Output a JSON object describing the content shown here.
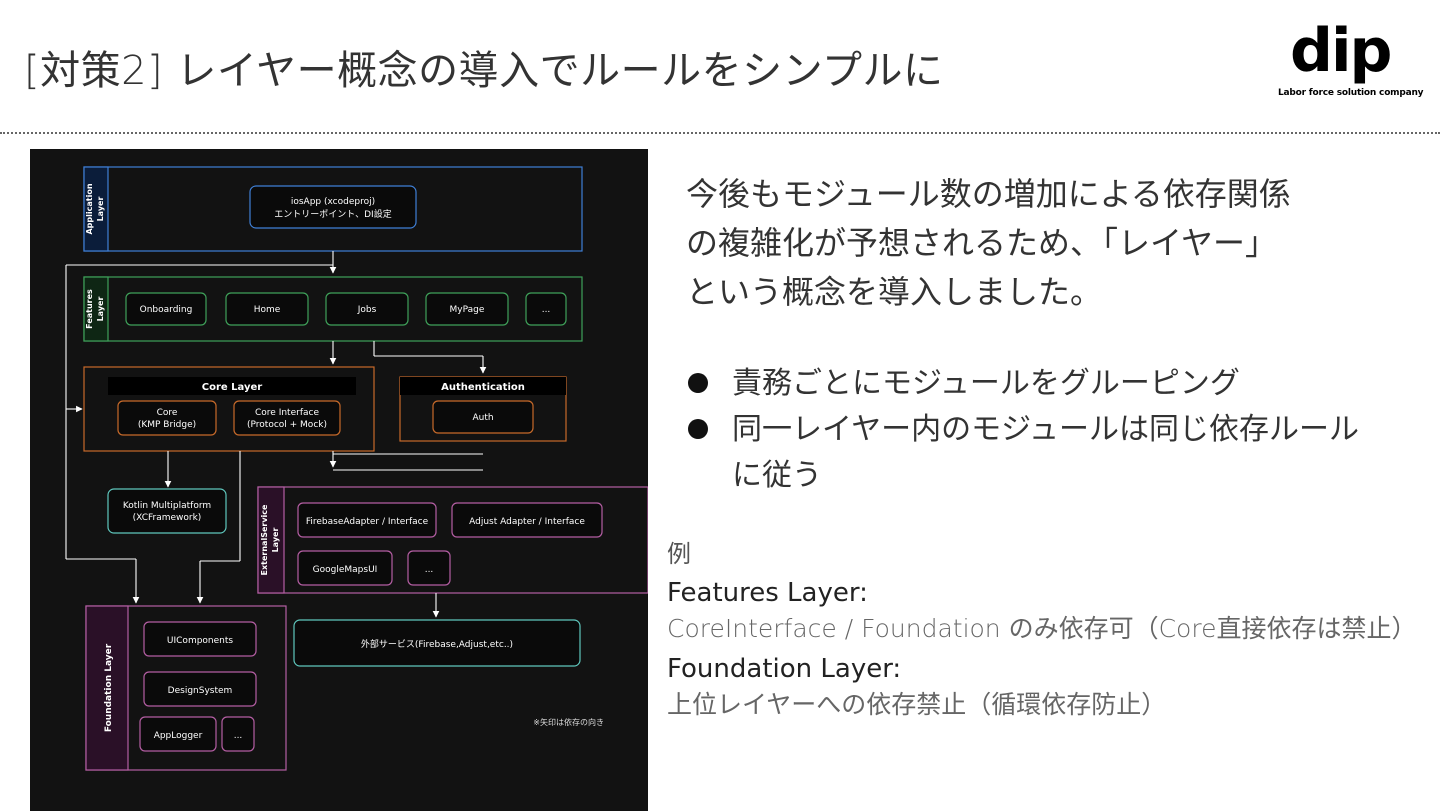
{
  "slide": {
    "title": "[対策2] レイヤー概念の導入でルールをシンプルに",
    "logo": {
      "text": "dip",
      "tagline": "Labor force solution company"
    }
  },
  "diagram": {
    "application_layer": {
      "label": [
        "Application",
        "Layer"
      ],
      "module": [
        "iosApp (xcodeproj)",
        "エントリーポイント、DI設定"
      ]
    },
    "features_layer": {
      "label": [
        "Features",
        "Layer"
      ],
      "modules": [
        "Onboarding",
        "Home",
        "Jobs",
        "MyPage",
        "..."
      ]
    },
    "core_layer": {
      "label": "Core Layer",
      "modules": [
        [
          "Core",
          "(KMP Bridge)"
        ],
        [
          "Core Interface",
          "(Protocol + Mock)"
        ]
      ]
    },
    "authentication": {
      "label": "Authentication",
      "module": "Auth"
    },
    "kotlin": [
      "Kotlin Multiplatform",
      "(XCFramework)"
    ],
    "external_layer": {
      "label": [
        "ExternalService",
        "Layer"
      ],
      "modules": [
        "FirebaseAdapter / Interface",
        "Adjust Adapter / Interface",
        "GoogleMapsUI",
        "..."
      ]
    },
    "external_services": "外部サービス(Firebase,Adjust,etc..)",
    "foundation_layer": {
      "label": "Foundation Layer",
      "modules": [
        "UIComponents",
        "DesignSystem",
        "AppLogger",
        "..."
      ]
    },
    "note": "※矢印は依存の向き",
    "colors": {
      "blue": "#3f7fd6",
      "green": "#3fa15a",
      "orange": "#c76a2a",
      "pink": "#b45ea3",
      "teal": "#5fc7bd"
    }
  },
  "content": {
    "lead": [
      "今後もモジュール数の増加による依存関係",
      "の複雑化が予想されるため、「レイヤー」",
      "という概念を導入しました。"
    ],
    "bullets": [
      "責務ごとにモジュールをグルーピング",
      "同一レイヤー内のモジュールは同じ依存ルールに従う"
    ],
    "example": {
      "label": "例",
      "features_heading": "Features Layer:",
      "features_body": "CoreInterface / Foundation のみ依存可（Core直接依存は禁止）",
      "foundation_heading": "Foundation Layer:",
      "foundation_body": "上位レイヤーへの依存禁止（循環依存防止）"
    }
  }
}
